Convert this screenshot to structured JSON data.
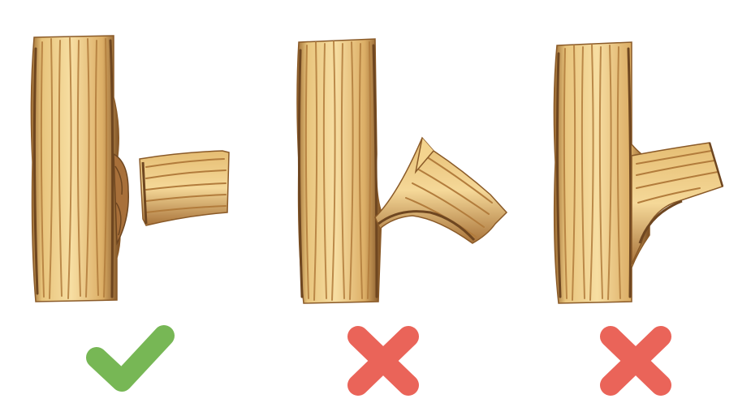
{
  "panels": [
    {
      "id": "correct-cut",
      "verdict": "check",
      "mark_color": "#77b755"
    },
    {
      "id": "torn-branch",
      "verdict": "cross",
      "mark_color": "#ea6459"
    },
    {
      "id": "stub-left",
      "verdict": "cross",
      "mark_color": "#ea6459"
    }
  ],
  "colors": {
    "wood_light": "#f6dc9c",
    "wood_mid": "#dbb06a",
    "wood_grain": "#b17c3b",
    "wood_dark": "#6e4620",
    "background": "#ffffff"
  }
}
